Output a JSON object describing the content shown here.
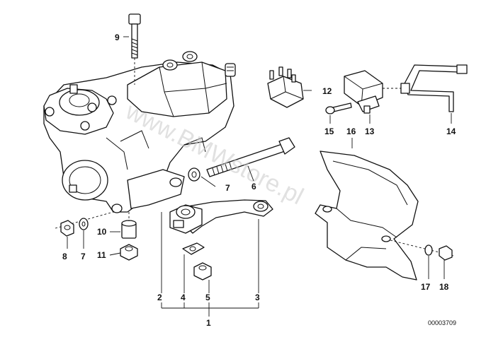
{
  "callouts": {
    "c1": "1",
    "c2": "2",
    "c3": "3",
    "c4": "4",
    "c5": "5",
    "c6": "6",
    "c7a": "7",
    "c7b": "7",
    "c8": "8",
    "c9": "9",
    "c10": "10",
    "c11": "11",
    "c12": "12",
    "c13": "13",
    "c14": "14",
    "c15": "15",
    "c16": "16",
    "c17": "17",
    "c18": "18"
  },
  "watermark": "www.BMWstore.pl",
  "reference_number": "00003709"
}
